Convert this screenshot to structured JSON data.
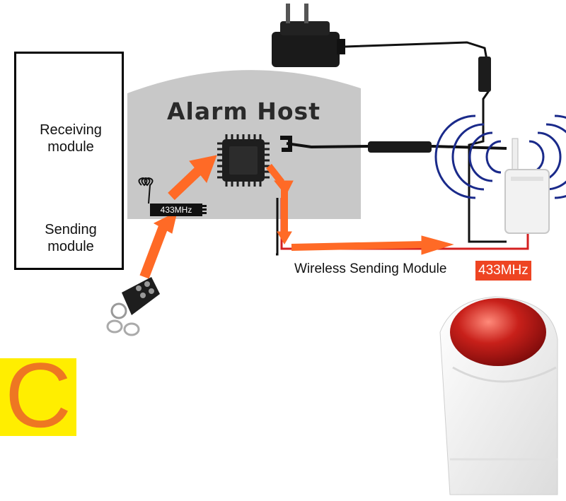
{
  "legend": {
    "receiving_label": "Receiving\nmodule",
    "sending_label": "Sending\nmodule"
  },
  "host": {
    "title": "Alarm Host",
    "chip_frequency": "433MHz"
  },
  "bottom": {
    "label": "Wireless Sending Module",
    "badge": "433MHz"
  },
  "corner": {
    "letter": "C"
  },
  "colors": {
    "arrow": "#ff6a26",
    "badge": "#ee4422",
    "corner_bg": "#ffee00",
    "corner_letter": "#ee7722",
    "host_panel": "#c8c8c8",
    "wave": "#1a2a8a",
    "siren_lens": "#b01818"
  },
  "icons": [
    "power-adapter-icon",
    "chip-icon",
    "remote-key-fob-icon",
    "siren-icon",
    "transmitter-module-icon",
    "antenna-coil-icon"
  ]
}
